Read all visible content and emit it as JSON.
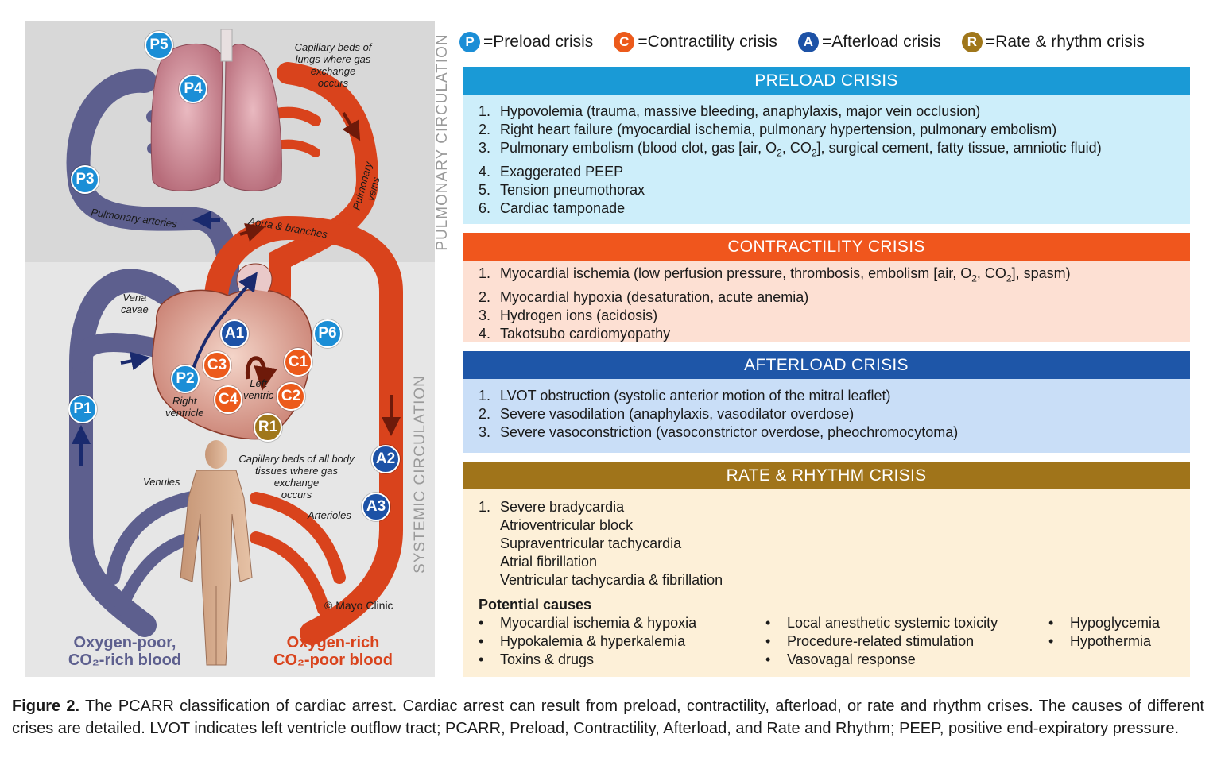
{
  "diagram": {
    "pulmonary_label": "PULMONARY CIRCULATION",
    "systemic_label": "SYSTEMIC CIRCULATION",
    "lungs_caption": [
      "Capillary beds of",
      "lungs where gas",
      "exchange",
      "occurs"
    ],
    "pulmonary_arteries": "Pulmonary arteries",
    "pulmonary_veins": [
      "Pulmonary",
      "veins"
    ],
    "aorta": "Aorta & branches",
    "vena_cavae": [
      "Vena",
      "cavae"
    ],
    "right_ventricle": [
      "Right",
      "ventricle"
    ],
    "left_ventricle": [
      "Left",
      "ventric"
    ],
    "body_caption": [
      "Capillary beds of all body",
      "tissues where gas",
      "exchange",
      "occurs"
    ],
    "venules": "Venules",
    "arterioles": "Arterioles",
    "copyright": "© Mayo Clinic",
    "oxygen_poor": [
      "Oxygen-poor,",
      "CO₂-rich blood"
    ],
    "oxygen_rich": [
      "Oxygen-rich",
      "CO₂-poor blood"
    ],
    "badges": {
      "P1": "P1",
      "P2": "P2",
      "P3": "P3",
      "P4": "P4",
      "P5": "P5",
      "P6": "P6",
      "C1": "C1",
      "C2": "C2",
      "C3": "C3",
      "C4": "C4",
      "A1": "A1",
      "A2": "A2",
      "A3": "A3",
      "R1": "R1"
    },
    "colors": {
      "oxygen_poor": "#5d5f8e",
      "oxygen_rich": "#d9431c",
      "pulmonary_bg": "#d8d8d8",
      "systemic_bg": "#e6e6e6"
    }
  },
  "legend": [
    {
      "letter": "P",
      "label": "=Preload crisis",
      "color": "#1b8ed6"
    },
    {
      "letter": "C",
      "label": "=Contractility crisis",
      "color": "#ec5a1b"
    },
    {
      "letter": "A",
      "label": "=Afterload crisis",
      "color": "#1d52a6"
    },
    {
      "letter": "R",
      "label": "=Rate & rhythm crisis",
      "color": "#a0771b"
    }
  ],
  "preload": {
    "title": "PRELOAD CRISIS",
    "header_color": "#1a9ad6",
    "body_color": "#cdeefa",
    "items": [
      {
        "n": "1.",
        "text": "Hypovolemia (trauma, massive bleeding, anaphylaxis, major vein occlusion)"
      },
      {
        "n": "2.",
        "text": "Right heart failure (myocardial ischemia, pulmonary hypertension, pulmonary embolism)"
      },
      {
        "n": "3.",
        "text_a": "Pulmonary embolism (blood clot, gas [air, O",
        "sub1": "2",
        "text_b": ", CO",
        "sub2": "2",
        "text_c": "], surgical cement, fatty tissue, amniotic fluid)"
      },
      {
        "n": "4.",
        "text": "Exaggerated PEEP"
      },
      {
        "n": "5.",
        "text": "Tension pneumothorax"
      },
      {
        "n": "6.",
        "text": "Cardiac tamponade"
      }
    ]
  },
  "contractility": {
    "title": "CONTRACTILITY CRISIS",
    "header_color": "#f0561d",
    "body_color": "#fde0d3",
    "items": [
      {
        "n": "1.",
        "text_a": "Myocardial ischemia (low perfusion pressure, thrombosis, embolism [air, O",
        "sub1": "2",
        "text_b": ", CO",
        "sub2": "2",
        "text_c": "], spasm)"
      },
      {
        "n": "2.",
        "text": "Myocardial hypoxia (desaturation, acute anemia)"
      },
      {
        "n": "3.",
        "text": "Hydrogen ions (acidosis)"
      },
      {
        "n": "4.",
        "text": "Takotsubo cardiomyopathy"
      }
    ]
  },
  "afterload": {
    "title": "AFTERLOAD CRISIS",
    "header_color": "#1e56a8",
    "body_color": "#c9def7",
    "items": [
      {
        "n": "1.",
        "text": "LVOT obstruction (systolic anterior motion of the mitral leaflet)"
      },
      {
        "n": "2.",
        "text": "Severe vasodilation (anaphylaxis, vasodilator overdose)"
      },
      {
        "n": "3.",
        "text": "Severe vasoconstriction (vasoconstrictor overdose, pheochromocytoma)"
      }
    ]
  },
  "rate": {
    "title": "RATE & RHYTHM CRISIS",
    "header_color": "#a0741a",
    "body_color": "#fdf0d8",
    "items": [
      {
        "n": "1.",
        "text": "Severe bradycardia"
      },
      {
        "n": "",
        "text": "Atrioventricular block"
      },
      {
        "n": "",
        "text": "Supraventricular tachycardia"
      },
      {
        "n": "",
        "text": "Atrial fibrillation"
      },
      {
        "n": "",
        "text": "Ventricular tachycardia & fibrillation"
      }
    ],
    "causes_title": "Potential causes",
    "bullet": "•",
    "causes_col1": [
      "Myocardial ischemia & hypoxia",
      "Hypokalemia & hyperkalemia",
      "Toxins & drugs"
    ],
    "causes_col2": [
      "Local anesthetic systemic toxicity",
      "Procedure-related stimulation",
      "Vasovagal response"
    ],
    "causes_col3": [
      "Hypoglycemia",
      "Hypothermia"
    ]
  },
  "caption": {
    "label": "Figure 2.",
    "text": " The PCARR classification of cardiac arrest. Cardiac arrest can result from preload, contractility, afterload, or rate and rhythm crises. The causes of different crises are detailed. LVOT indicates left ventricle outflow tract; PCARR, Preload, Contractility, Afterload, and Rate and Rhythm; PEEP, positive end-expiratory pressure."
  }
}
